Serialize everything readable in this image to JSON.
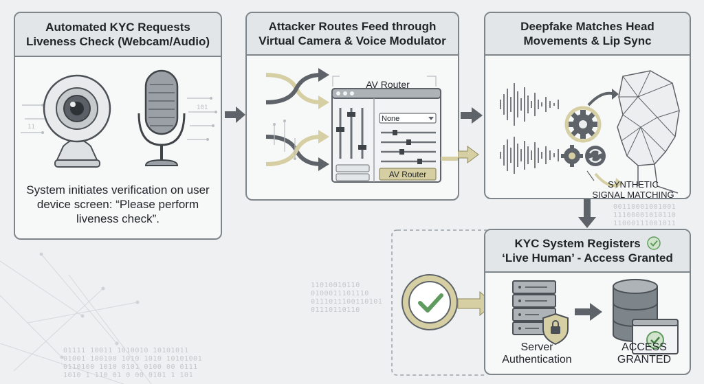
{
  "panels": {
    "p1": {
      "title_line1": "Automated KYC Requests",
      "title_line2": "Liveness Check (Webcam/Audio)",
      "caption": "System initiates verification on user device screen: “Please perform liveness check”."
    },
    "p2": {
      "title_line1": "Attacker Routes Feed through",
      "title_line2": "Virtual Camera & Voice Modulator",
      "window_title": "AV Router",
      "dropdown_value": "None",
      "router_button": "AV Router"
    },
    "p3": {
      "title_line1": "Deepfake Matches Head",
      "title_line2": "Movements & Lip Sync",
      "annotation_line1": "SYNTHETIC",
      "annotation_line2": "SIGNAL MATCHING"
    },
    "p4": {
      "title_line1": "KYC System Registers",
      "title_line2": "‘Live Human’ - Access Granted",
      "server_label_line1": "Server",
      "server_label_line2": "Authentication",
      "access_label_line1": "ACCESS",
      "access_label_line2": "GRANTED"
    }
  },
  "background_binary": {
    "right_block": "00110001001001\n11100001010110\n11000111001011",
    "center_block": "11010010110\n0100011101110\n0111011100110101\n01110110110",
    "bottom_block": "01111 10011 1010010 10101011\n01001 100100 1010 1010 10101001\n0110100 1010 0101 0100 00 0111\n1010 1 110 01 0 00 0101 1 101"
  },
  "colors": {
    "accent_tan": "#d6cfa3",
    "accent_tan_dark": "#a39c6a",
    "check_green": "#5f9b5f",
    "panel_border": "#7d858b",
    "arrow_gray": "#5d6368"
  }
}
